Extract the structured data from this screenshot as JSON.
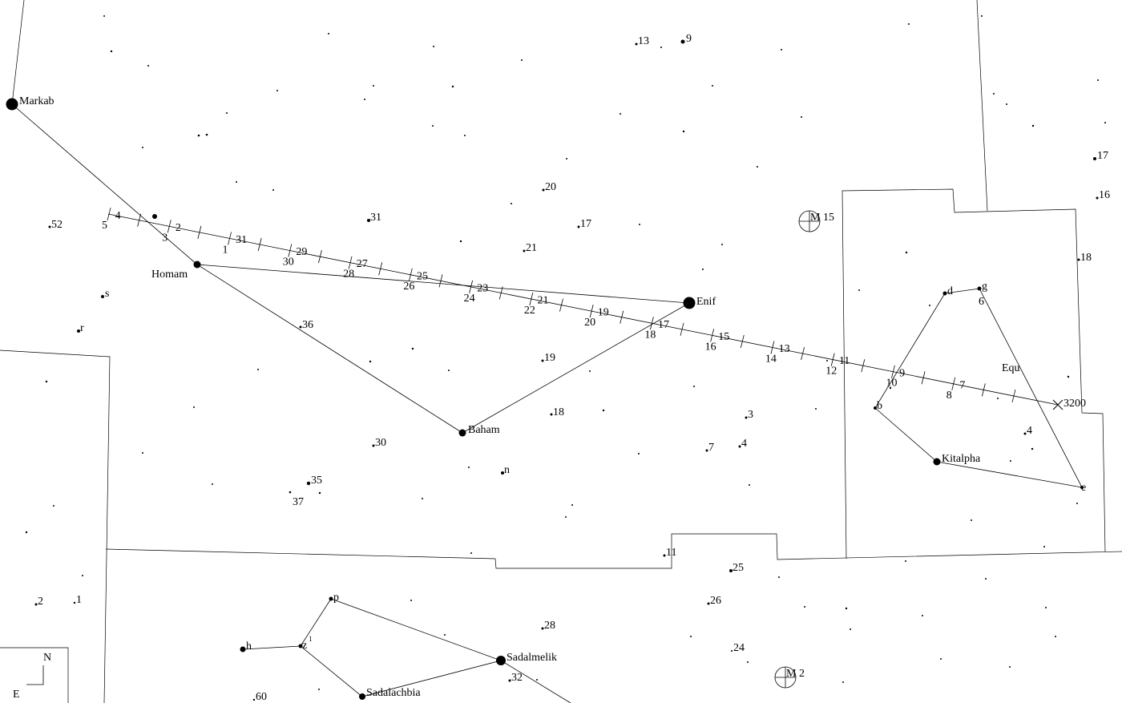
{
  "stars": [
    {
      "name": "Markab",
      "label": "Markab",
      "mag": "bright"
    },
    {
      "name": "Enif",
      "label": "Enif",
      "mag": "bright"
    },
    {
      "name": "Homam",
      "label": "Homam",
      "mag": "medium"
    },
    {
      "name": "Baham",
      "label": "Baham",
      "mag": "medium"
    },
    {
      "name": "Kitalpha",
      "label": "Kitalpha",
      "mag": "medium"
    },
    {
      "name": "Sadalmelik",
      "label": "Sadalmelik",
      "mag": "bright"
    },
    {
      "name": "Sadalachbia",
      "label": "Sadalachbia",
      "mag": "medium"
    }
  ],
  "star_labels": [
    "52",
    "s",
    "r",
    "36",
    "31",
    "20",
    "17",
    "21",
    "19",
    "18",
    "30",
    "35",
    "37",
    "n",
    "13",
    "9",
    "3",
    "7",
    "4",
    "11",
    "25",
    "26",
    "24",
    "28",
    "32",
    "60",
    "2",
    "1",
    "17",
    "16",
    "18",
    "d",
    "g",
    "6",
    "b",
    "e",
    "4",
    "10",
    "p",
    "h",
    "z",
    "1"
  ],
  "constellation_label": "Equ",
  "deep_sky": [
    {
      "id": "M15",
      "label": "M 15",
      "symbol": "globular-cluster"
    },
    {
      "id": "M2",
      "label": "M 2",
      "symbol": "globular-cluster"
    }
  ],
  "path": {
    "end_label": "3200",
    "upper_labels": [
      "4",
      "2",
      "31",
      "29",
      "27",
      "25",
      "23",
      "21",
      "19",
      "17",
      "15",
      "13",
      "11",
      "9",
      "7"
    ],
    "lower_labels": [
      "5",
      "3",
      "1",
      "30",
      "28",
      "26",
      "24",
      "22",
      "20",
      "18",
      "16",
      "14",
      "12",
      "10",
      "8"
    ]
  },
  "compass": {
    "north": "N",
    "east": "E"
  },
  "colors": {
    "background": "#ffffff",
    "ink": "#000000"
  }
}
